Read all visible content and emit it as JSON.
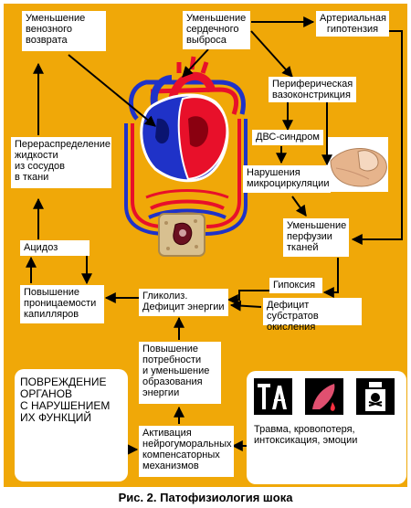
{
  "caption": "Рис. 2. Патофизиология шока",
  "nodes": {
    "venous": [
      "Уменьшение",
      "венозного",
      "возврата"
    ],
    "cardiac": [
      "Уменьшение",
      "сердечного",
      "выброса"
    ],
    "hypotension": [
      "Артериальная",
      "гипотензия"
    ],
    "vasoconstriction": [
      "Периферическая",
      "вазоконстрикция"
    ],
    "dic": [
      "ДВС-синдром"
    ],
    "microcirculation": [
      "Нарушения",
      "микроциркуляции"
    ],
    "perfusion": [
      "Уменьшение",
      "перфузии",
      "тканей"
    ],
    "redistribution": [
      "Перераспределение",
      "жидкости",
      "из сосудов",
      "в ткани"
    ],
    "acidosis": [
      "Ацидоз"
    ],
    "hypoxia": [
      "Гипоксия"
    ],
    "permeability": [
      "Повышение",
      "проницаемости",
      "капилляров"
    ],
    "glycolysis": [
      "Гликолиз.",
      "Дефицит энергии"
    ],
    "substrate": [
      "Дефицит субстратов",
      "окисления"
    ],
    "energy_demand": [
      "Повышение",
      "потребности",
      "и уменьшение",
      "образования",
      "энергии"
    ],
    "activation": [
      "Активация",
      "нейрогуморальных",
      "компенсаторных",
      "механизмов"
    ]
  },
  "organs_text": [
    "ПОВРЕЖДЕНИЕ",
    "ОРГАНОВ",
    "С НАРУШЕНИЕМ",
    "ИХ ФУНКЦИЙ"
  ],
  "causes_text": [
    "Травма, кровопотеря,",
    "интоксикация, эмоции"
  ],
  "colors": {
    "panel": "#f0a808",
    "arterial": "#e8102a",
    "venous": "#1f32c8",
    "heart_outline": "#ffffff"
  },
  "icons": [
    "heart-circulation-illustration",
    "finger-skin-illustration",
    "cell-illustration",
    "trauma-icon",
    "bleeding-icon",
    "poison-icon"
  ]
}
